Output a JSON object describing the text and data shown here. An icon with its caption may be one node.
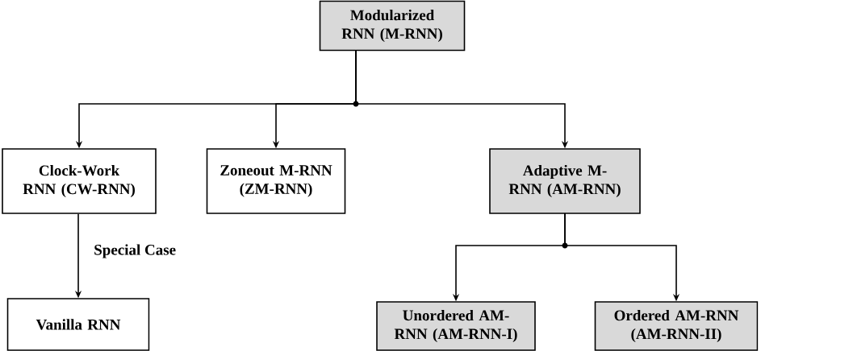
{
  "diagram": {
    "nodes": [
      {
        "text": [
          "Modularized RNN (M-RNN)"
        ]
      },
      {
        "text": [
          "Clock-Work RNN (CW-RNN)"
        ]
      },
      {
        "text": [
          "Zoneout M-RNN (ZM-RNN)"
        ]
      },
      {
        "text": [
          "Adaptive M-RNN (AM-RNN)"
        ]
      },
      {
        "text": [
          "Vanilla RNN"
        ]
      },
      {
        "text": [
          "Unordered AM-RNN (AM-RNN-I)"
        ]
      },
      {
        "text": [
          "Ordered AM-RNN (AM-RNN-II)"
        ]
      }
    ],
    "edges": [
      {
        "from": 0,
        "to": 1,
        "arrow": "to"
      },
      {
        "from": 0,
        "to": 2,
        "arrow": "to"
      },
      {
        "from": 0,
        "to": 3,
        "arrow": "to"
      },
      {
        "from": 1,
        "to": 4,
        "arrow": "to",
        "label": "Special Case"
      },
      {
        "from": 3,
        "to": 5,
        "arrow": "to"
      },
      {
        "from": 3,
        "to": 6,
        "arrow": "to"
      }
    ]
  }
}
